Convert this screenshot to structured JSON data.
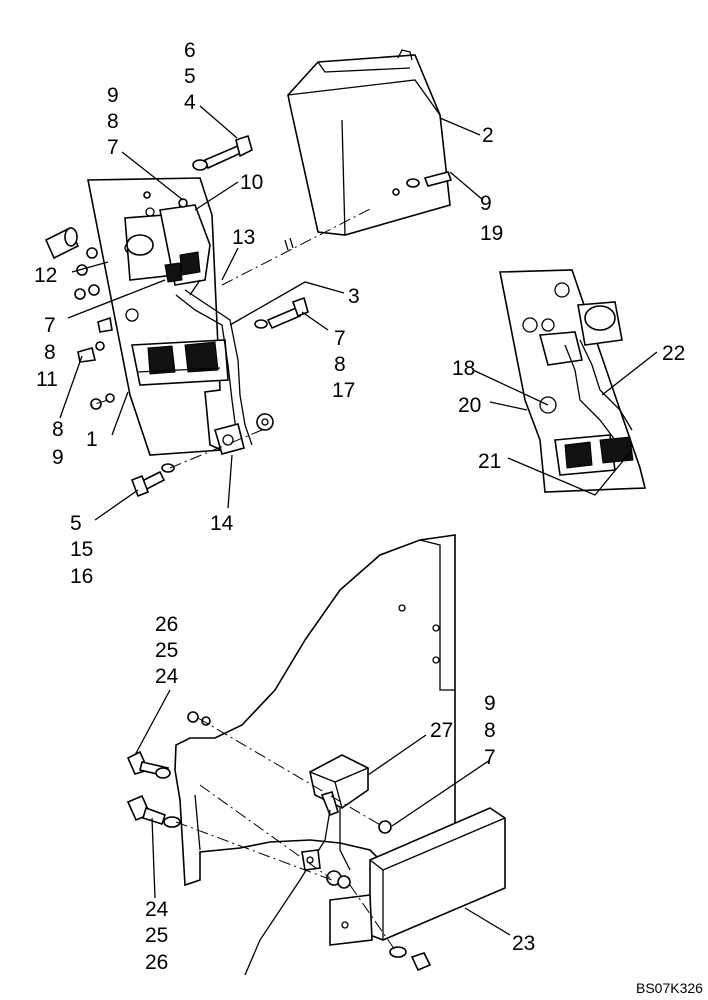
{
  "callouts": {
    "c6a": "6",
    "c5a": "5",
    "c4a": "4",
    "c9a": "9",
    "c8a": "8",
    "c7a": "7",
    "c10": "10",
    "c2": "2",
    "c9b": "9",
    "c19": "19",
    "c13": "13",
    "c12": "12",
    "c3": "3",
    "c7b": "7",
    "c7c": "7",
    "c8b": "8",
    "c17": "17",
    "c8c": "8",
    "c11": "11",
    "c8d": "8",
    "c9c": "9",
    "c1": "1",
    "c14": "14",
    "c5b": "5",
    "c15": "15",
    "c16": "16",
    "c18": "18",
    "c22": "22",
    "c20": "20",
    "c21": "21",
    "c26a": "26",
    "c25a": "25",
    "c24a": "24",
    "c9d": "9",
    "c8e": "8",
    "c7d": "7",
    "c27": "27",
    "c24b": "24",
    "c25b": "25",
    "c26b": "26",
    "c23": "23"
  },
  "drawing_code": "BS07K326"
}
